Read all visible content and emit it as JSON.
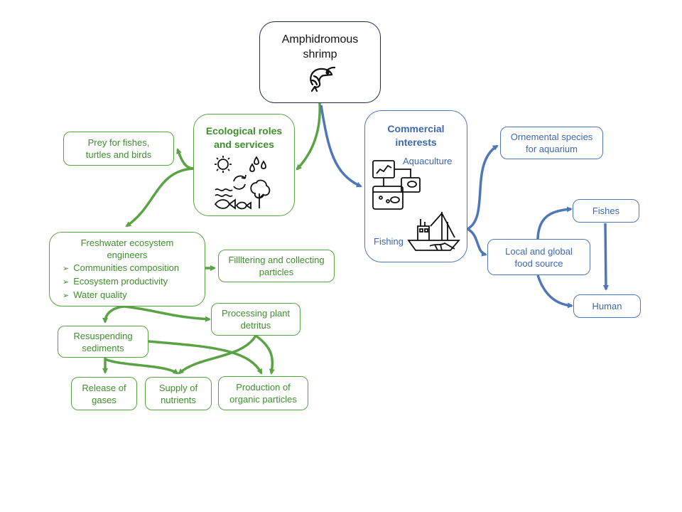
{
  "root": {
    "line1": "Amphidromous",
    "line2": "shrimp",
    "icon": "shrimp-icon"
  },
  "ecological": {
    "title_line1": "Ecological roles",
    "title_line2": "and services",
    "icons": [
      "sun-icon",
      "water-drops-icon",
      "cycle-arrows-icon",
      "tree-icon",
      "waves-fish-icon"
    ]
  },
  "prey": {
    "line1": "Prey for fishes,",
    "line2": "turtles and birds"
  },
  "engineers": {
    "line1": "Freshwater ecosystem",
    "line2": "engineers",
    "bullets": [
      "Communities composition",
      "Ecosystem productivity",
      "Water quality"
    ]
  },
  "filtering": {
    "line1": "Fillltering and collecting",
    "line2": "particles"
  },
  "processing": {
    "line1": "Processing plant",
    "line2": "detritus"
  },
  "resuspending": {
    "line1": "Resuspending",
    "line2": "sediments"
  },
  "release": {
    "line1": "Release of",
    "line2": "gases"
  },
  "supply": {
    "line1": "Supply of",
    "line2": "nutrients"
  },
  "production": {
    "line1": "Production of",
    "line2": "organic particles"
  },
  "commercial": {
    "title_line1": "Commercial",
    "title_line2": "interests",
    "aquaculture_label": "Aquaculture",
    "fishing_label": "Fishing",
    "icons": [
      "aquaculture-tank-icon",
      "fishing-boat-icon"
    ]
  },
  "ornamental": {
    "line1": "Ornemental species",
    "line2": "for aquarium"
  },
  "food": {
    "line1": "Local and global",
    "line2": "food source"
  },
  "fishes": {
    "label": "Fishes"
  },
  "human": {
    "label": "Human"
  },
  "colors": {
    "green": "#5aa344",
    "blue": "#4f77b8",
    "root_border": "#1f2a44"
  }
}
